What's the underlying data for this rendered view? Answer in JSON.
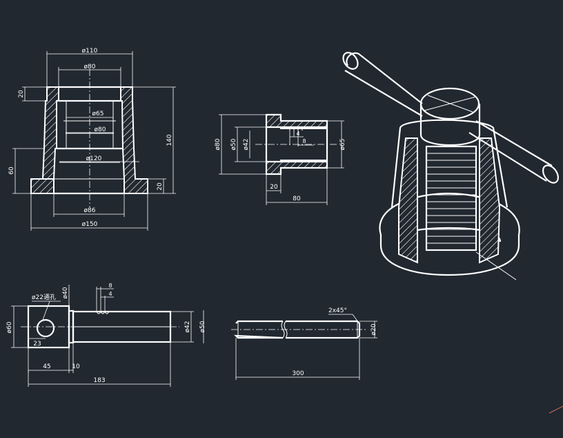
{
  "colors": {
    "background": "#212830",
    "line": "#ffffff",
    "accent": "#d06a5a"
  },
  "base_view": {
    "d110": "ø110",
    "d80_top": "ø80",
    "d65": "ø65",
    "d80_mid": "ø80",
    "d120": "ø120",
    "d86": "ø86",
    "d150": "ø150",
    "h20_top": "20",
    "h140": "140",
    "h60": "60",
    "h20_bottom": "20"
  },
  "nut_view": {
    "d80": "ø80",
    "d50": "ø50",
    "d42": "ø42",
    "d65": "ø65",
    "w4": "4",
    "w8": "8",
    "l20": "20",
    "l80": "80"
  },
  "screw_view": {
    "hole": "ø22通孔",
    "d40": "ø40",
    "d60": "ø60",
    "d23": "23",
    "w8": "8",
    "w4": "4",
    "d42": "ø42",
    "d50": "ø50",
    "l45": "45",
    "l10": "10",
    "l183": "183"
  },
  "bar_view": {
    "chamfer": "2x45°",
    "d20": "ø20",
    "l300": "300"
  }
}
